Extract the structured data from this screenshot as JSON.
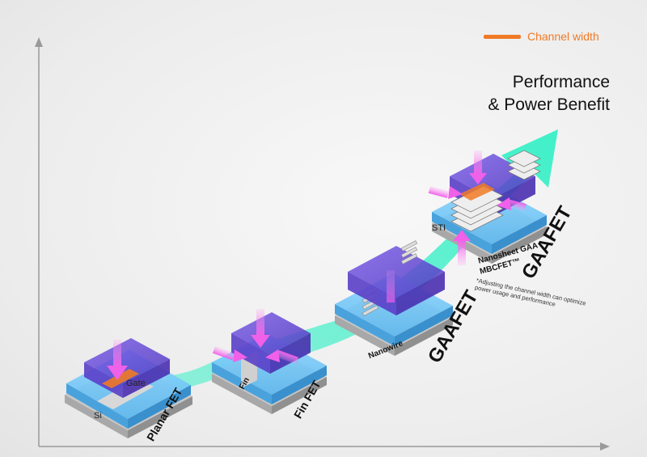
{
  "legend": {
    "label": "Channel width",
    "color": "#f07a25"
  },
  "benefit": {
    "line1": "Performance",
    "line2": "& Power Benefit"
  },
  "stages": {
    "planar": {
      "name": "Planar FET",
      "gate_label": "Gate",
      "substrate_label": "Si"
    },
    "finfet": {
      "name": "Fin FET",
      "fin_label": "Fin"
    },
    "nanowire": {
      "name": "GAAFET",
      "sub_label": "Nanowire"
    },
    "mbcfet": {
      "name": "GAAFET",
      "sub_label_1": "Nanosheet GAA",
      "sub_label_2": "MBCFET™",
      "sti_label": "STI",
      "note": "*Adjusting the channel width can optimize power usage and performance"
    }
  },
  "colors": {
    "arrow": "#3ff0c8",
    "base_blue": "#5ab8f0",
    "gate_purple": "#6a4bd8",
    "force_pink": "#f070e8",
    "substrate_gray": "#b0b0b0"
  }
}
